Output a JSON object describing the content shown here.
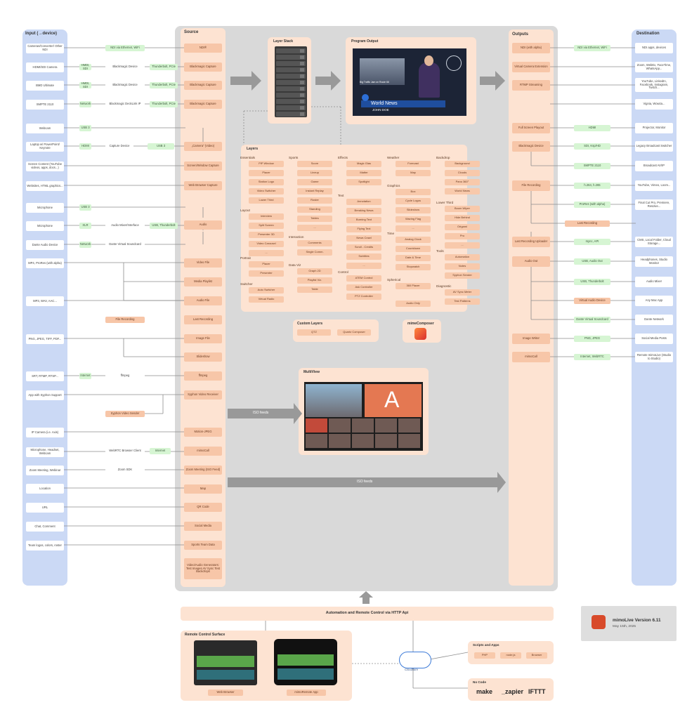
{
  "headers": {
    "input": "Input (→device)",
    "source": "Source",
    "layer_stack": "Layer Stack",
    "program_output": "Program Output",
    "outputs": "Outputs",
    "destination": "Destination",
    "layers": "Layers",
    "custom_layers": "Custom Layers",
    "mimecomposer": "mimeComposer",
    "multiview": "MultiView",
    "automation": "Automation and Remote Control via HTTP Api",
    "remote_surface": "Remote Control Surface",
    "scripts": "Scripts and Apps",
    "nocode": "No Code"
  },
  "inputs": [
    "Cameras/Converter/ Other NDI",
    "HDMI/SDI Camera",
    "BMD Ultimate",
    "SMPTE 2110",
    "Webcam",
    "Laptop w/ PowerPoint/ Keynote",
    "Screen Content (YouTube videos, apps, docs...)",
    "Websites, HTML graphics...",
    "Microphone",
    "Microphone",
    "Dante Audio Device",
    "MP4, ProRes (with alpha)",
    "MP3, WAV, AAC...",
    "PNG, JPEG, TIFF, PDF...",
    "SRT, RTMP, RTSP...",
    "App with Syphon Support",
    "IP Camera (i.e. Axis)",
    "Microphone, Headset, Webcam",
    "Zoom Meeting, Webinar",
    "Location",
    "URL",
    "Chat, Comment",
    "Team logos, colors, roster"
  ],
  "connectors_left": [
    "NDI via Ethernet, WiFi",
    "HMDI, SDI",
    "Blackmagic Device",
    "Thunderbolt, PCIe",
    "HMDI, SDI",
    "Blackmagic Device",
    "Thunderbolt, PCIe",
    "Network",
    "Blackmagic DeckLink IP",
    "Thunderbolt, PCIe",
    "USB 3",
    "HDMI",
    "Capture Device",
    "USB 3",
    "USB 3",
    "XLR",
    "Audio Mixer/Interface",
    "USB, Thunderbolt",
    "Network",
    "Dante Virtual Soundcard",
    "File Recording",
    "Internet",
    "ffmpeg",
    "Syphon Video Sender",
    "WebRTC Browser Client",
    "Internet",
    "Zoom SDK"
  ],
  "sources": [
    "NDI®",
    "Blackmagic Capture",
    "Blackmagic Capture",
    "Blackmagic Capture",
    "„Camera“ (Video)",
    "Screen/Window Capture",
    "Web Browser Capture",
    "Audio",
    "Video File",
    "Media Playlist",
    "Audio File",
    "Last Recording",
    "Image File",
    "Slideshow",
    "ffmpeg",
    "Syphon Video Receiver",
    "Motion-JPEG",
    "mimoCall",
    "Zoom Meeting (ISO Feed)",
    "Map",
    "QR Code",
    "Social Media",
    "Sports Team Data",
    "Video/Audio Generators: Test Images AV Sync Test Backdrops"
  ],
  "outputs": [
    "NDI (with alpha)",
    "Virtual Camera Extension",
    "RTMP Streaming",
    "Full Screen Playout",
    "Blackmagic Device",
    "File Recording",
    "Last Recording Uploader",
    "Audio Out",
    "Image Writer",
    "mimoCall"
  ],
  "connectors_right": [
    "NDI via Ethernet, WiFi",
    "HDMI",
    "SDI, Ksp/HD",
    "SMPTE 2110",
    "h.264, h.265",
    "ProRes (with alpha)",
    "Last Recording",
    "rsync, API",
    "USB, Audio Out",
    "USB, Thunderbolt",
    "Virtual Audio Device",
    "Dante Virtual Soundcard",
    "PNG, JPEG",
    "Internet, WebRTC"
  ],
  "destinations": [
    "NDI apps, devices",
    "Zoom, WebEx, FaceTime, WhatsApp...",
    "YouTube, LinkedIn, Facebook, Instagram, Twitch...",
    "Vignia, Wowza...",
    "Projector, Monitor",
    "Legacy Broadcast Switcher",
    "Broadcast AV/IP",
    "YouTube, Vimeo, Loom...",
    "Final Cut Pro, Premiere, Resolve...",
    "CMS, Local Folder, Cloud Storage...",
    "Headphones, Studio Monitor",
    "Audio Mixer",
    "Any Mac App",
    "Dante Network",
    "Social Media Posts",
    "Remote mimoLive (Studio to Studio)"
  ],
  "layers": {
    "essentials_title": "Essentials",
    "essentials": [
      "PiP Window",
      "Placer",
      "Station Logo",
      "Video Switcher",
      "Lower Third"
    ],
    "layout_title": "Layout",
    "layout": [
      "Interview",
      "Split Screen",
      "Presenter 3D",
      "Video Carousel",
      "..."
    ],
    "portrait_title": "Portrait",
    "portrait": [
      "Placer",
      "Presenter"
    ],
    "switcher_title": "Switcher",
    "switcher": [
      "Auto Switcher",
      "Virtual Radio"
    ],
    "sports_title": "Sports",
    "sports": [
      "Score",
      "Lineup",
      "Game",
      "Instant Replay",
      "Roster",
      "Standing",
      "Tables",
      "..."
    ],
    "interaction_title": "Interaction",
    "interaction": [
      "Comments",
      "Single Comm."
    ],
    "dataviz_title": "Data Viz",
    "dataviz": [
      "Graph 2D",
      "Playlist Viz.",
      "Table"
    ],
    "effects_title": "Effects",
    "effects": [
      "Magic Glas",
      "Matter",
      "Spotlight"
    ],
    "text_title": "Text",
    "text": [
      "Annotation",
      "Breaking News",
      "Burning Text",
      "Flying Text",
      "News Crawl",
      "Scroll - Credits",
      "Subtitles",
      "..."
    ],
    "control_title": "Control",
    "control": [
      "ATEM Control",
      "Ask Controller",
      "PTZ Controller"
    ],
    "weather_title": "Weather",
    "weather": [
      "Forecast",
      "Map"
    ],
    "graphics_title": "Graphics",
    "graphics": [
      "Box",
      "Cycle Logos",
      "Slideshow",
      "Waving Flag",
      "..."
    ],
    "time_title": "Time",
    "time": [
      "Analog Clock",
      "Countdown",
      "Date & Time",
      "Stopwatch"
    ],
    "spherical_title": "Spherical",
    "spherical": [
      "360 Placer"
    ],
    "audio_only": "Audio Only",
    "backdrop_title": "Backdrop",
    "backdrop": [
      "Background",
      "Clouds",
      "Pano 360°",
      "World News"
    ],
    "lowerthird_title": "Lower Third",
    "lowerthird": [
      "Boom Wiper",
      "Hide Behind",
      "Origami",
      "Pro",
      "..."
    ],
    "tools_title": "Tools",
    "tools": [
      "Automation",
      "Notes",
      "Syphon Sender"
    ],
    "diagnostic_title": "Diagnostic",
    "diagnostic": [
      "AV Sync Meter",
      "Test Patterns"
    ]
  },
  "custom_layers": [
    "QTZ",
    "Quartz Composer"
  ],
  "program": {
    "banner": "Big Traffic Jam on Route 66",
    "title": "World News",
    "name": "JOHN DOE"
  },
  "iso_feeds": "ISO feeds",
  "iso_feeds_2": "ISO feeds",
  "multiview_letter": "A",
  "remote": {
    "web": "Web Browser",
    "app": "mimoRemote App"
  },
  "cloudflare": "Cloudflare",
  "scripts": [
    "PHP",
    "node.js",
    "Browser"
  ],
  "nocode_logos": {
    "make": "make",
    "zapier": "_zapier",
    "ifttt": "IFTTT"
  },
  "version": {
    "title": "mimoLive Version 6.11",
    "date": "May 15th, 2025"
  }
}
